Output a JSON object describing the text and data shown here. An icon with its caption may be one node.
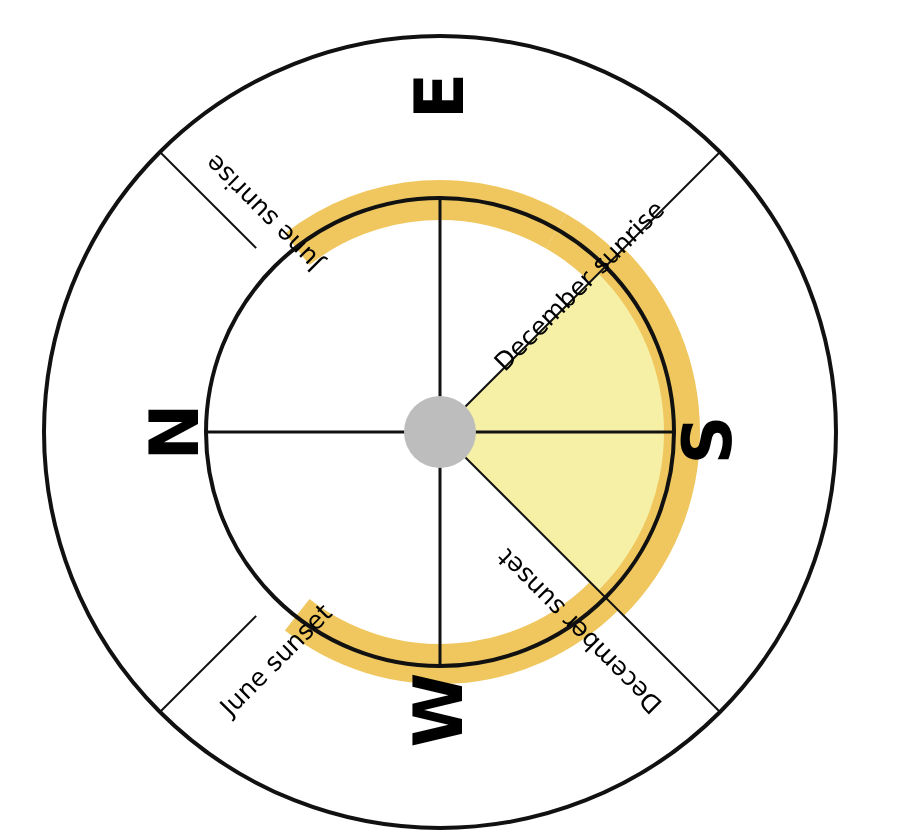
{
  "diagram": {
    "labels": [
      "E",
      "N",
      "S",
      "W",
      "June sunrise",
      "December sunrise",
      "June sunset",
      "December sunset"
    ]
  }
}
